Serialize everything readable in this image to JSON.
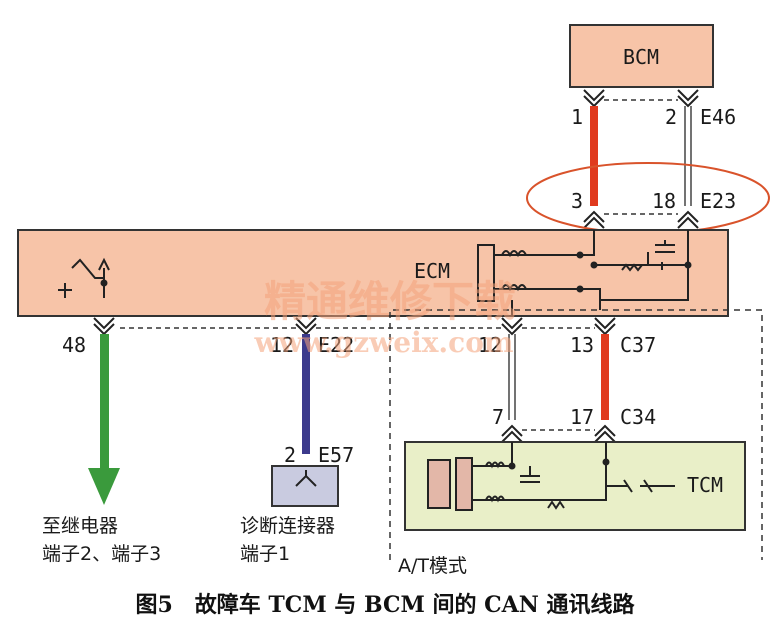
{
  "modules": {
    "bcm": "BCM",
    "ecm": "ECM",
    "tcm": "TCM"
  },
  "connectors": {
    "bcm_left_pin": "1",
    "bcm_right_pin": "2",
    "bcm_connector": "E46",
    "ecm_top_left_pin": "3",
    "ecm_top_right_pin": "18",
    "ecm_top_connector": "E23",
    "pin_48": "48",
    "pin_12_e22": "12",
    "e22_connector": "E22",
    "ecm_bottom_left_pin": "12",
    "ecm_bottom_right_pin": "13",
    "ecm_bottom_connector": "C37",
    "tcm_left_pin": "7",
    "tcm_right_pin": "17",
    "tcm_connector": "C34",
    "dlc_pin": "2",
    "dlc_connector": "E57"
  },
  "labels": {
    "relay_line1": "至继电器",
    "relay_line2": "端子2、端子3",
    "dlc_line1": "诊断连接器",
    "dlc_line2": "端子1",
    "at_mode": "A/T模式"
  },
  "watermark": {
    "line1": "精通维修下载",
    "line2": "www.gzweix.com"
  },
  "caption": "图5　故障车 TCM 与 BCM 间的 CAN 通讯线路",
  "colors": {
    "module_fill": "#f7c4a8",
    "tcm_fill": "#e9efc8",
    "wire_red": "#e03a1e",
    "wire_green": "#3a9a3c",
    "wire_blue": "#3c3a8c",
    "highlight_ellipse": "#d9532b"
  }
}
